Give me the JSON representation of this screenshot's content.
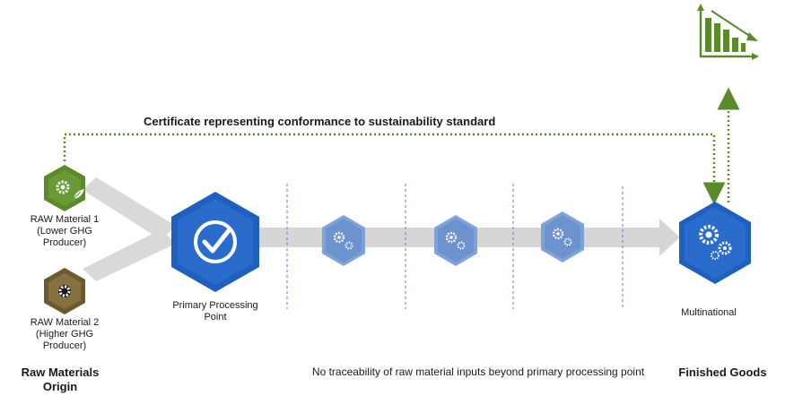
{
  "certificate_label": "Certificate representing conformance to sustainability standard",
  "nodes": {
    "raw_material_1": {
      "label_line1": "RAW Material  1",
      "label_line2": "(Lower GHG",
      "label_line3": "Producer)",
      "color": "#5b8a2b",
      "icon": "gear-leaf-icon"
    },
    "raw_material_2": {
      "label_line1": "RAW Material  2",
      "label_line2": "(Higher GHG",
      "label_line3": "Producer)",
      "color": "#6b5a2e",
      "icon": "gear-icon"
    },
    "primary_processing": {
      "label_line1": "Primary Processing",
      "label_line2": "Point",
      "color": "#1f5fbf",
      "icon": "check-circle-icon"
    },
    "intermediate_nodes": {
      "color": "#7fa3d9",
      "icon": "gears-icon"
    },
    "multinational": {
      "label": "Multinational",
      "color": "#1f5fbf",
      "icon": "gears-icon"
    }
  },
  "footer": {
    "left_line1": "Raw Materials",
    "left_line2": "Origin",
    "middle": "No traceability of raw material inputs beyond primary processing point",
    "right": "Finished Goods"
  },
  "colors": {
    "dotted_line": "#5b8a2b",
    "arrow_band": "#d6d6d6",
    "separator": "#5b7fc7",
    "chart_icon": "#5b8a2b"
  },
  "chart_icon": "declining-bar-chart-icon"
}
